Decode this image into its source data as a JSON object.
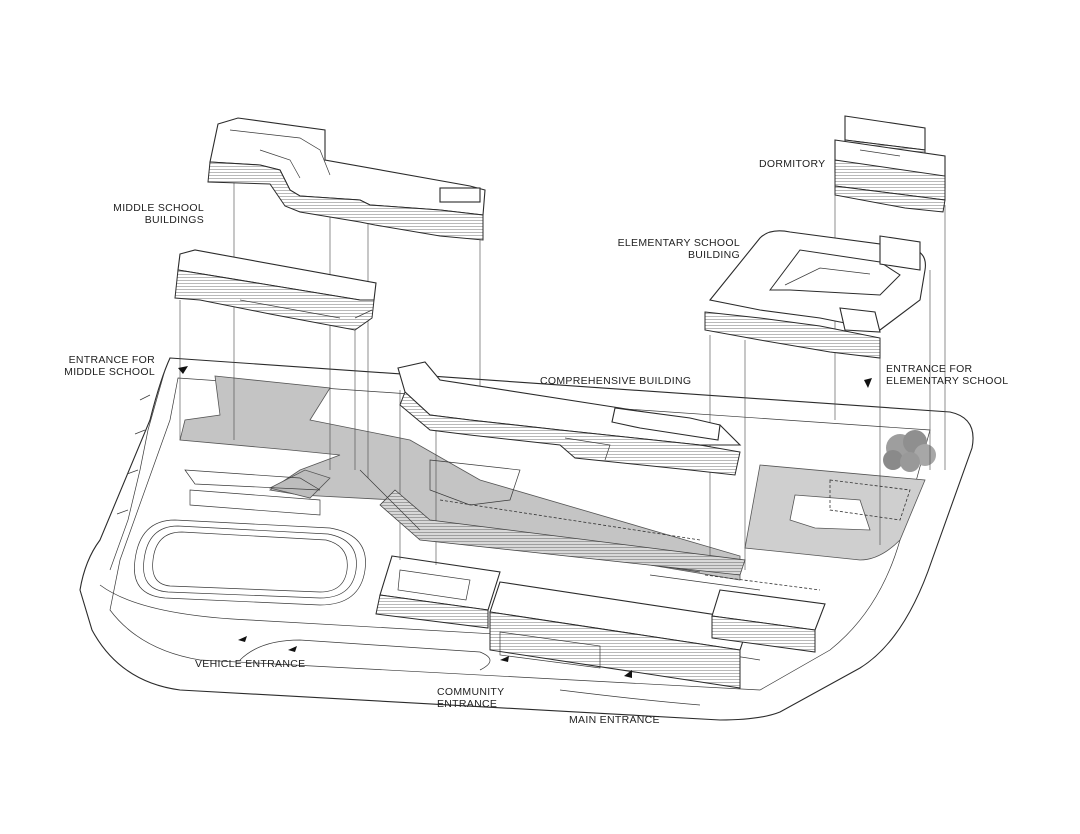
{
  "labels": {
    "middle_school_buildings_1": "MIDDLE SCHOOL",
    "middle_school_buildings_2": "BUILDINGS",
    "dormitory": "DORMITORY",
    "elementary_school_building_1": "ELEMENTARY SCHOOL",
    "elementary_school_building_2": "BUILDING",
    "entrance_middle_school_1": "ENTRANCE FOR",
    "entrance_middle_school_2": "MIDDLE SCHOOL",
    "comprehensive_building": "COMPREHENSIVE BUILDING",
    "entrance_elementary_school_1": "ENTRANCE FOR",
    "entrance_elementary_school_2": "ELEMENTARY SCHOOL",
    "vehicle_entrance": "VEHICLE ENTRANCE",
    "community_entrance_1": "COMMUNITY",
    "community_entrance_2": "ENTRANCE",
    "main_entrance": "MAIN ENTRANCE"
  },
  "colors": {
    "line": "#2b2b2b",
    "shaded_plaza": "#b9b9b9",
    "ground": "#f4f4f4",
    "tree": "#9a9a9a"
  }
}
